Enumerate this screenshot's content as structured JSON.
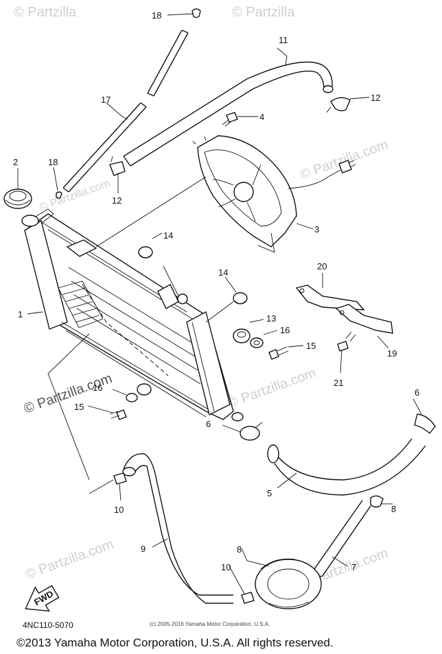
{
  "watermarks": [
    {
      "text": "© Partzilla",
      "id": "top-left"
    },
    {
      "text": "© Partzilla",
      "id": "top-right"
    },
    {
      "text": "© Partzilla.com",
      "id": "mid-right"
    },
    {
      "text": "© Partzilla.com",
      "id": "center"
    },
    {
      "text": "© Partzilla.com",
      "id": "bottom-left"
    },
    {
      "text": "© Partzilla.com",
      "id": "lower-right"
    },
    {
      "text": "© Partzilla.com",
      "id": "radiator"
    },
    {
      "text": "© Partzilla.com",
      "id": "left-strong"
    }
  ],
  "callouts": {
    "c1": "1",
    "c2": "2",
    "c3": "3",
    "c4": "4",
    "c5": "5",
    "c6a": "6",
    "c6b": "6",
    "c7": "7",
    "c8a": "8",
    "c8b": "8",
    "c9": "9",
    "c10a": "10",
    "c10b": "10",
    "c11": "11",
    "c12a": "12",
    "c12b": "12",
    "c13": "13",
    "c14a": "14",
    "c14b": "14",
    "c15a": "15",
    "c15b": "15",
    "c16a": "16",
    "c16b": "16",
    "c17": "17",
    "c18a": "18",
    "c18b": "18",
    "c19": "19",
    "c20": "20",
    "c21": "21"
  },
  "fwd_label": "FWD",
  "diagram_code": "4NC110-5070",
  "small_copyright": "(c) 2005-2016 Yamaha Motor Corporation, U.S.A.",
  "footer": "©2013 Yamaha Motor Corporation, U.S.A. All rights reserved."
}
